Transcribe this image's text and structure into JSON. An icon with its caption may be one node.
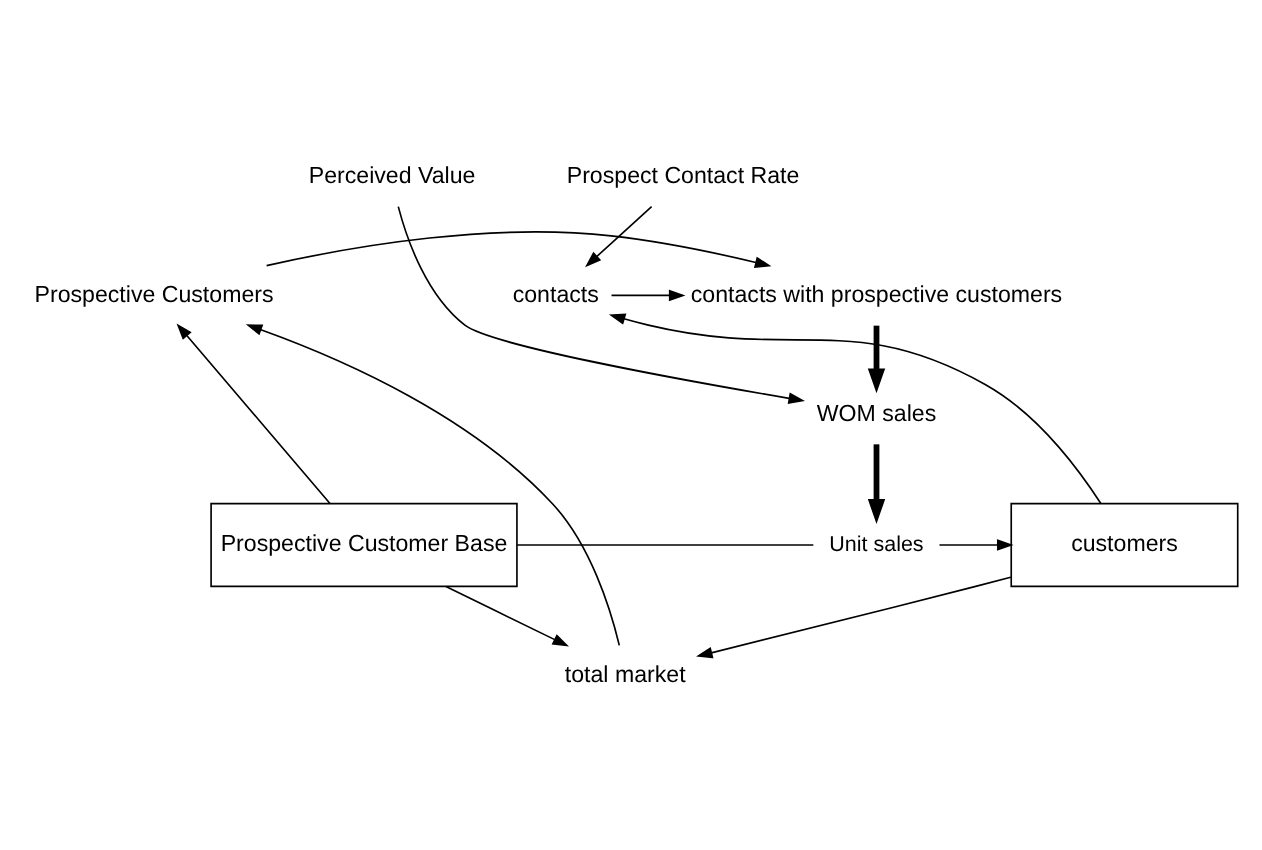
{
  "diagram": {
    "nodes": [
      {
        "text": [
          "contacts with prospective customers"
        ]
      },
      {
        "text": [
          "Prospective Customers"
        ]
      },
      {
        "text": [
          "contacts"
        ]
      },
      {
        "text": [
          "Perceived Value"
        ]
      },
      {
        "text": [
          "Prospect Contact Rate"
        ]
      },
      {
        "text": [
          "WOM sales"
        ]
      },
      {
        "text": [
          "Prospective Customer Base"
        ]
      },
      {
        "text": [
          "Unit sales"
        ]
      },
      {
        "text": [
          "customers"
        ]
      },
      {
        "text": [
          "total market"
        ]
      }
    ],
    "edges": [
      {
        "from": 1,
        "to": 0,
        "arrow": "to"
      },
      {
        "from": 2,
        "to": 0,
        "arrow": "to"
      },
      {
        "from": 6,
        "to": 1,
        "arrow": "to"
      },
      {
        "from": 9,
        "to": 1,
        "arrow": "to"
      },
      {
        "from": 4,
        "to": 2,
        "arrow": "to"
      },
      {
        "from": 8,
        "to": 2,
        "arrow": "to"
      },
      {
        "from": 3,
        "to": 5,
        "arrow": "to"
      },
      {
        "from": 0,
        "to": 5,
        "arrow": "to",
        "style": "thick"
      },
      {
        "from": 5,
        "to": 7,
        "arrow": "to",
        "style": "thick"
      },
      {
        "from": 6,
        "to": 7,
        "arrow": "none"
      },
      {
        "from": 7,
        "to": 8,
        "arrow": "to"
      },
      {
        "from": 6,
        "to": 9,
        "arrow": "to"
      },
      {
        "from": 8,
        "to": 9,
        "arrow": "to"
      }
    ]
  }
}
